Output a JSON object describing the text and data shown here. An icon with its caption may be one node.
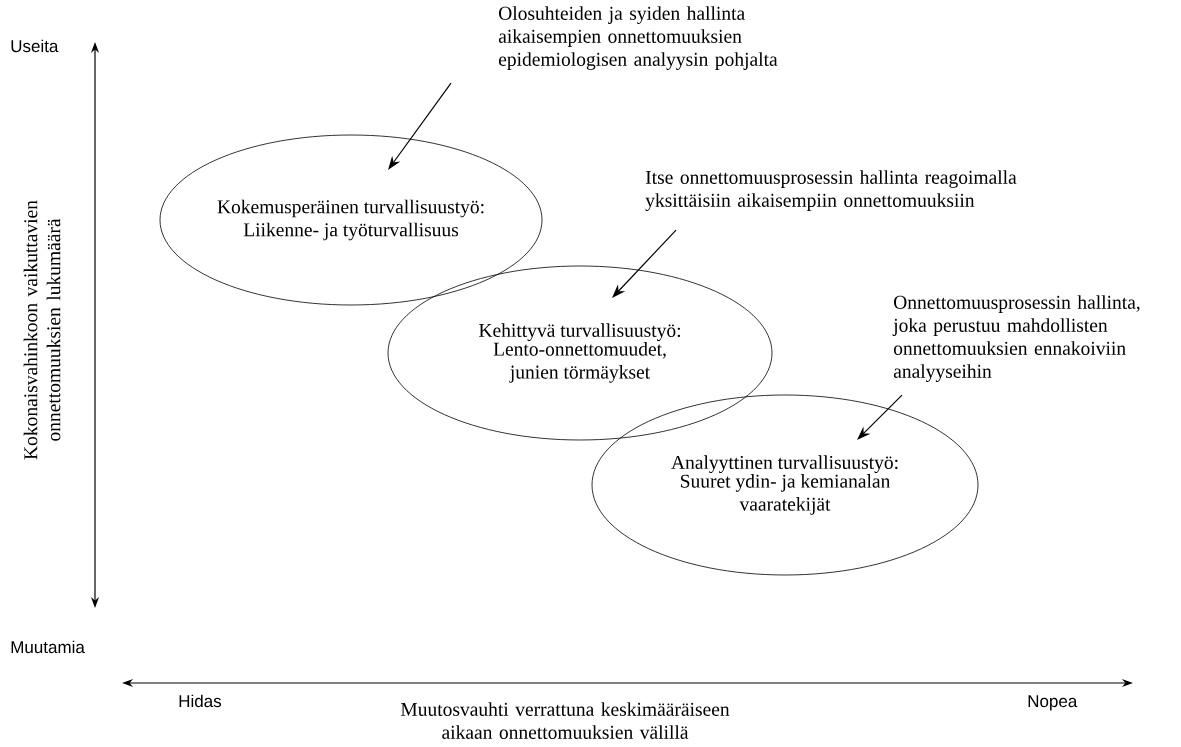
{
  "diagram": {
    "nodes": [
      {
        "text": [
          "Kokemusperäinen turvallisuustyö:",
          "Liikenne- ja työturvallisuus"
        ]
      },
      {
        "text": [
          "Kehittyvä turvallisuustyö:",
          "Lento-onnettomuudet, junien törmäykset"
        ]
      },
      {
        "text": [
          "Analyyttinen turvallisuustyö:",
          "Suuret ydin- ja kemianalan vaaratekijät"
        ]
      },
      {
        "text": [
          "Olosuhteiden ja syiden hallinta aikaisempien onnettomuuksien epidemiologisen analyysin pohjalta"
        ]
      },
      {
        "text": [
          "Itse onnettomuusprosessin hallinta reagoimalla yksittäisiin aikaisempiin onnettomuuksiin"
        ]
      },
      {
        "text": [
          "Onnettomuusprosessin hallinta, joka perustuu mahdollisten onnettomuuksien ennakoiviin analyyseihin"
        ]
      }
    ],
    "edges": [
      {
        "from": 3,
        "to": 0,
        "arrow": "to"
      },
      {
        "from": 4,
        "to": 1,
        "arrow": "to"
      },
      {
        "from": 5,
        "to": 2,
        "arrow": "to"
      }
    ],
    "labels": [
      "Useita",
      "Kokonaisvahinkoon vaikuttavien onnettomuuksien lukumäärä",
      "Muutamia",
      "Hidas",
      "Nopea",
      "Muutosvauhti verrattuna keskimääräiseen aikaan onnettomuuksien välillä"
    ]
  }
}
